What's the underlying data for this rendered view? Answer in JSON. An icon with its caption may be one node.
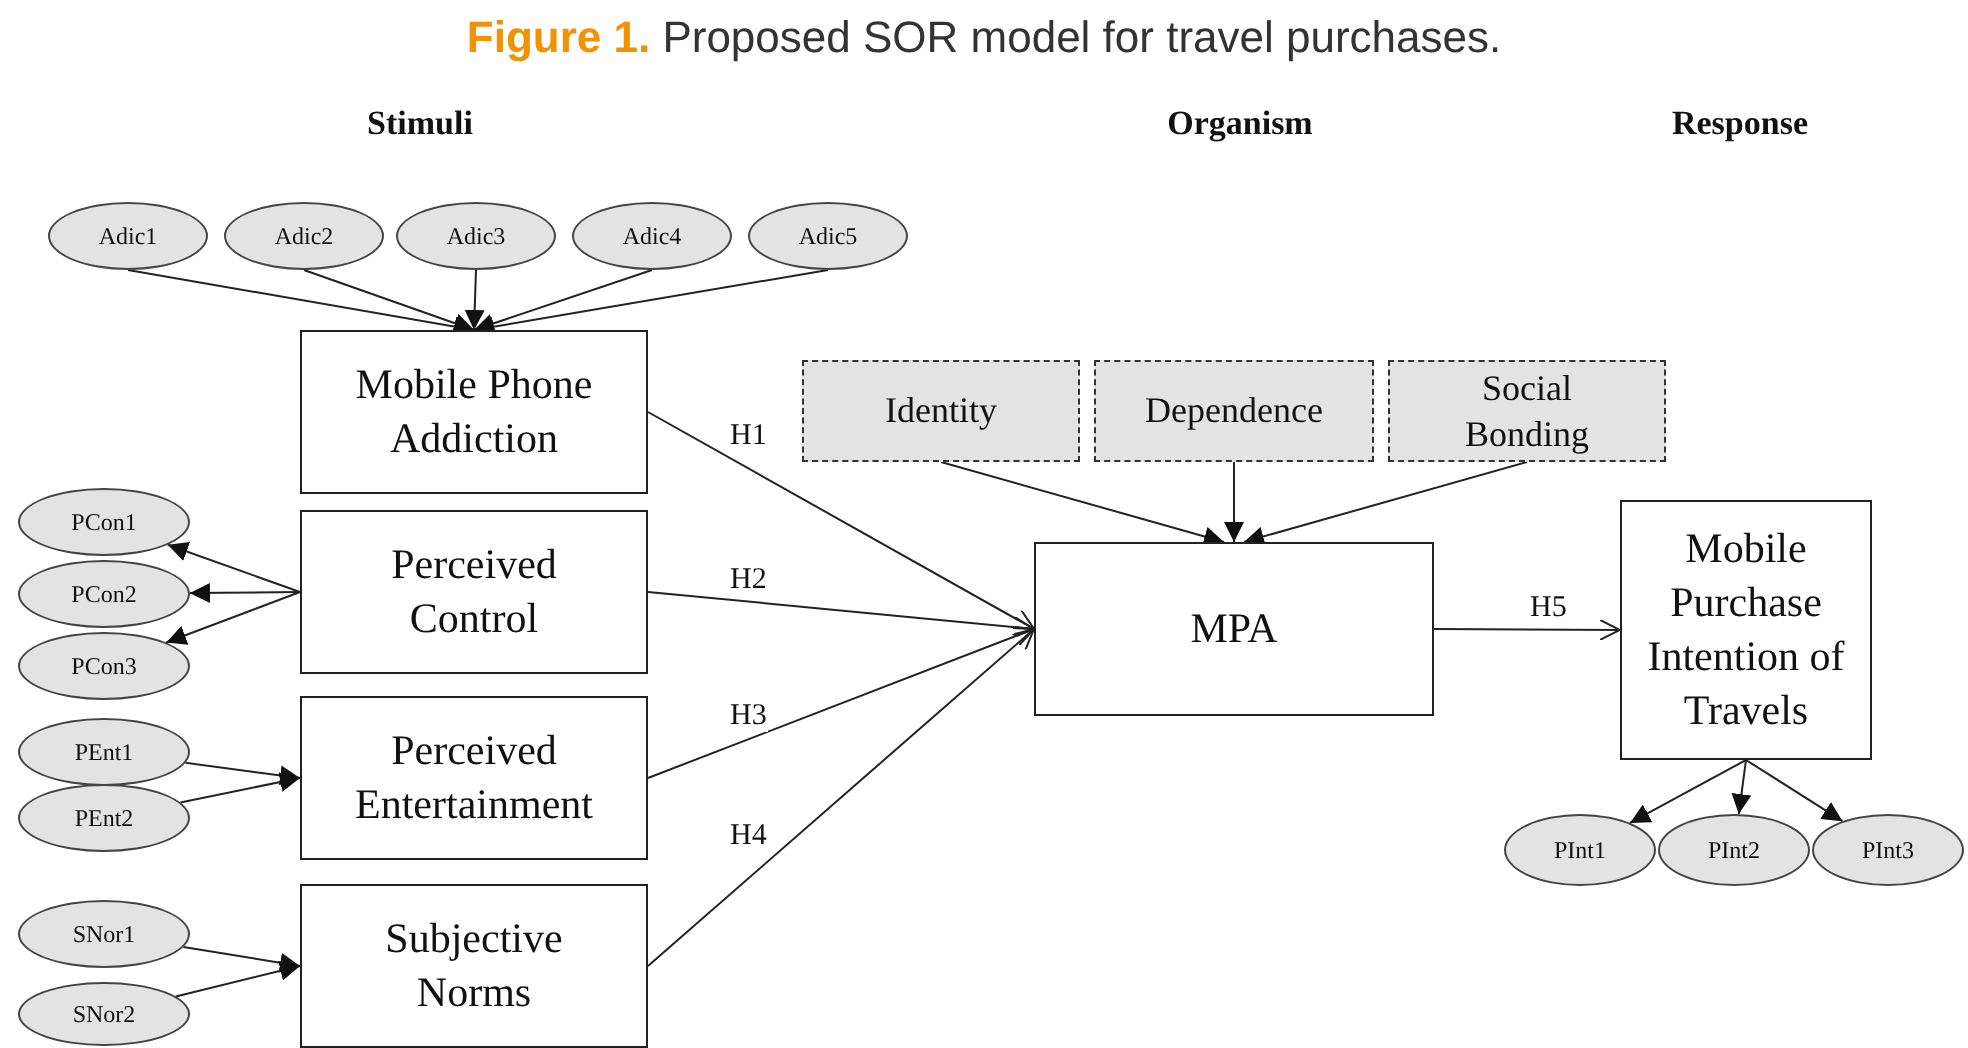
{
  "diagram": {
    "title": "**Figure 1.** Proposed SOR model for travel purchases.",
    "nodes": [
      {
        "text": [
          "Adic1"
        ]
      },
      {
        "text": [
          "Adic2"
        ]
      },
      {
        "text": [
          "Adic3"
        ]
      },
      {
        "text": [
          "Adic4"
        ]
      },
      {
        "text": [
          "Adic5"
        ]
      },
      {
        "text": [
          "Mobile Phone Addiction"
        ]
      },
      {
        "text": [
          "PCon1"
        ]
      },
      {
        "text": [
          "PCon2"
        ]
      },
      {
        "text": [
          "PCon3"
        ]
      },
      {
        "text": [
          "Perceived Control"
        ]
      },
      {
        "text": [
          "PEnt1"
        ]
      },
      {
        "text": [
          "PEnt2"
        ]
      },
      {
        "text": [
          "Perceived Entertainment"
        ]
      },
      {
        "text": [
          "SNor1"
        ]
      },
      {
        "text": [
          "SNor2"
        ]
      },
      {
        "text": [
          "Subjective Norms"
        ]
      },
      {
        "text": [
          "Identity"
        ]
      },
      {
        "text": [
          "Dependence"
        ]
      },
      {
        "text": [
          "Social Bonding"
        ]
      },
      {
        "text": [
          "MPA"
        ]
      },
      {
        "text": [
          "Mobile Purchase Intention of Travels"
        ]
      },
      {
        "text": [
          "PInt1"
        ]
      },
      {
        "text": [
          "PInt2"
        ]
      },
      {
        "text": [
          "PInt3"
        ]
      }
    ],
    "edges": [
      {
        "from": 0,
        "to": 5,
        "arrow": "to"
      },
      {
        "from": 1,
        "to": 5,
        "arrow": "to"
      },
      {
        "from": 2,
        "to": 5,
        "arrow": "to"
      },
      {
        "from": 3,
        "to": 5,
        "arrow": "to"
      },
      {
        "from": 4,
        "to": 5,
        "arrow": "to"
      },
      {
        "from": 9,
        "to": 6,
        "arrow": "to"
      },
      {
        "from": 9,
        "to": 7,
        "arrow": "to"
      },
      {
        "from": 9,
        "to": 8,
        "arrow": "to"
      },
      {
        "from": 10,
        "to": 12,
        "arrow": "to"
      },
      {
        "from": 11,
        "to": 12,
        "arrow": "to"
      },
      {
        "from": 13,
        "to": 15,
        "arrow": "to"
      },
      {
        "from": 14,
        "to": 15,
        "arrow": "to"
      },
      {
        "from": 5,
        "to": 19,
        "arrow": "to",
        "label": "H1"
      },
      {
        "from": 9,
        "to": 19,
        "arrow": "to",
        "label": "H2"
      },
      {
        "from": 12,
        "to": 19,
        "arrow": "to",
        "label": "H3"
      },
      {
        "from": 15,
        "to": 19,
        "arrow": "to",
        "label": "H4"
      },
      {
        "from": 16,
        "to": 19,
        "arrow": "to"
      },
      {
        "from": 17,
        "to": 19,
        "arrow": "to"
      },
      {
        "from": 18,
        "to": 19,
        "arrow": "to"
      },
      {
        "from": 19,
        "to": 20,
        "arrow": "to",
        "label": "H5"
      },
      {
        "from": 20,
        "to": 21,
        "arrow": "to"
      },
      {
        "from": 20,
        "to": 22,
        "arrow": "to"
      },
      {
        "from": 20,
        "to": 23,
        "arrow": "to"
      }
    ],
    "labels": [
      "Stimuli",
      "Organism",
      "Response"
    ]
  }
}
